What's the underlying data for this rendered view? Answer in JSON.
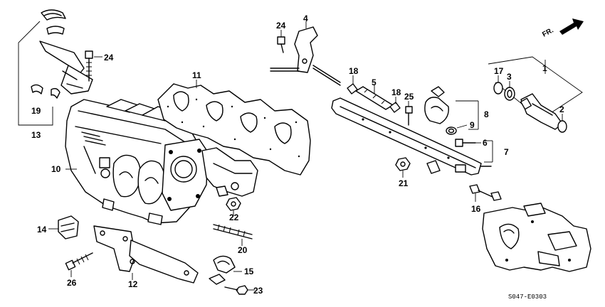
{
  "callouts": {
    "n1": "1",
    "n2": "2",
    "n3": "3",
    "n4": "4",
    "n5": "5",
    "n6": "6",
    "n7": "7",
    "n8": "8",
    "n9": "9",
    "n10": "10",
    "n11": "11",
    "n12": "12",
    "n13": "13",
    "n14": "14",
    "n15": "15",
    "n16": "16",
    "n17": "17",
    "n18a": "18",
    "n18b": "18",
    "n19": "19",
    "n20": "20",
    "n21": "21",
    "n22": "22",
    "n23": "23",
    "n24a": "24",
    "n24b": "24",
    "n25": "25",
    "n26": "26"
  },
  "direction_label": "FR.",
  "diagram_code": "S047-E0303"
}
